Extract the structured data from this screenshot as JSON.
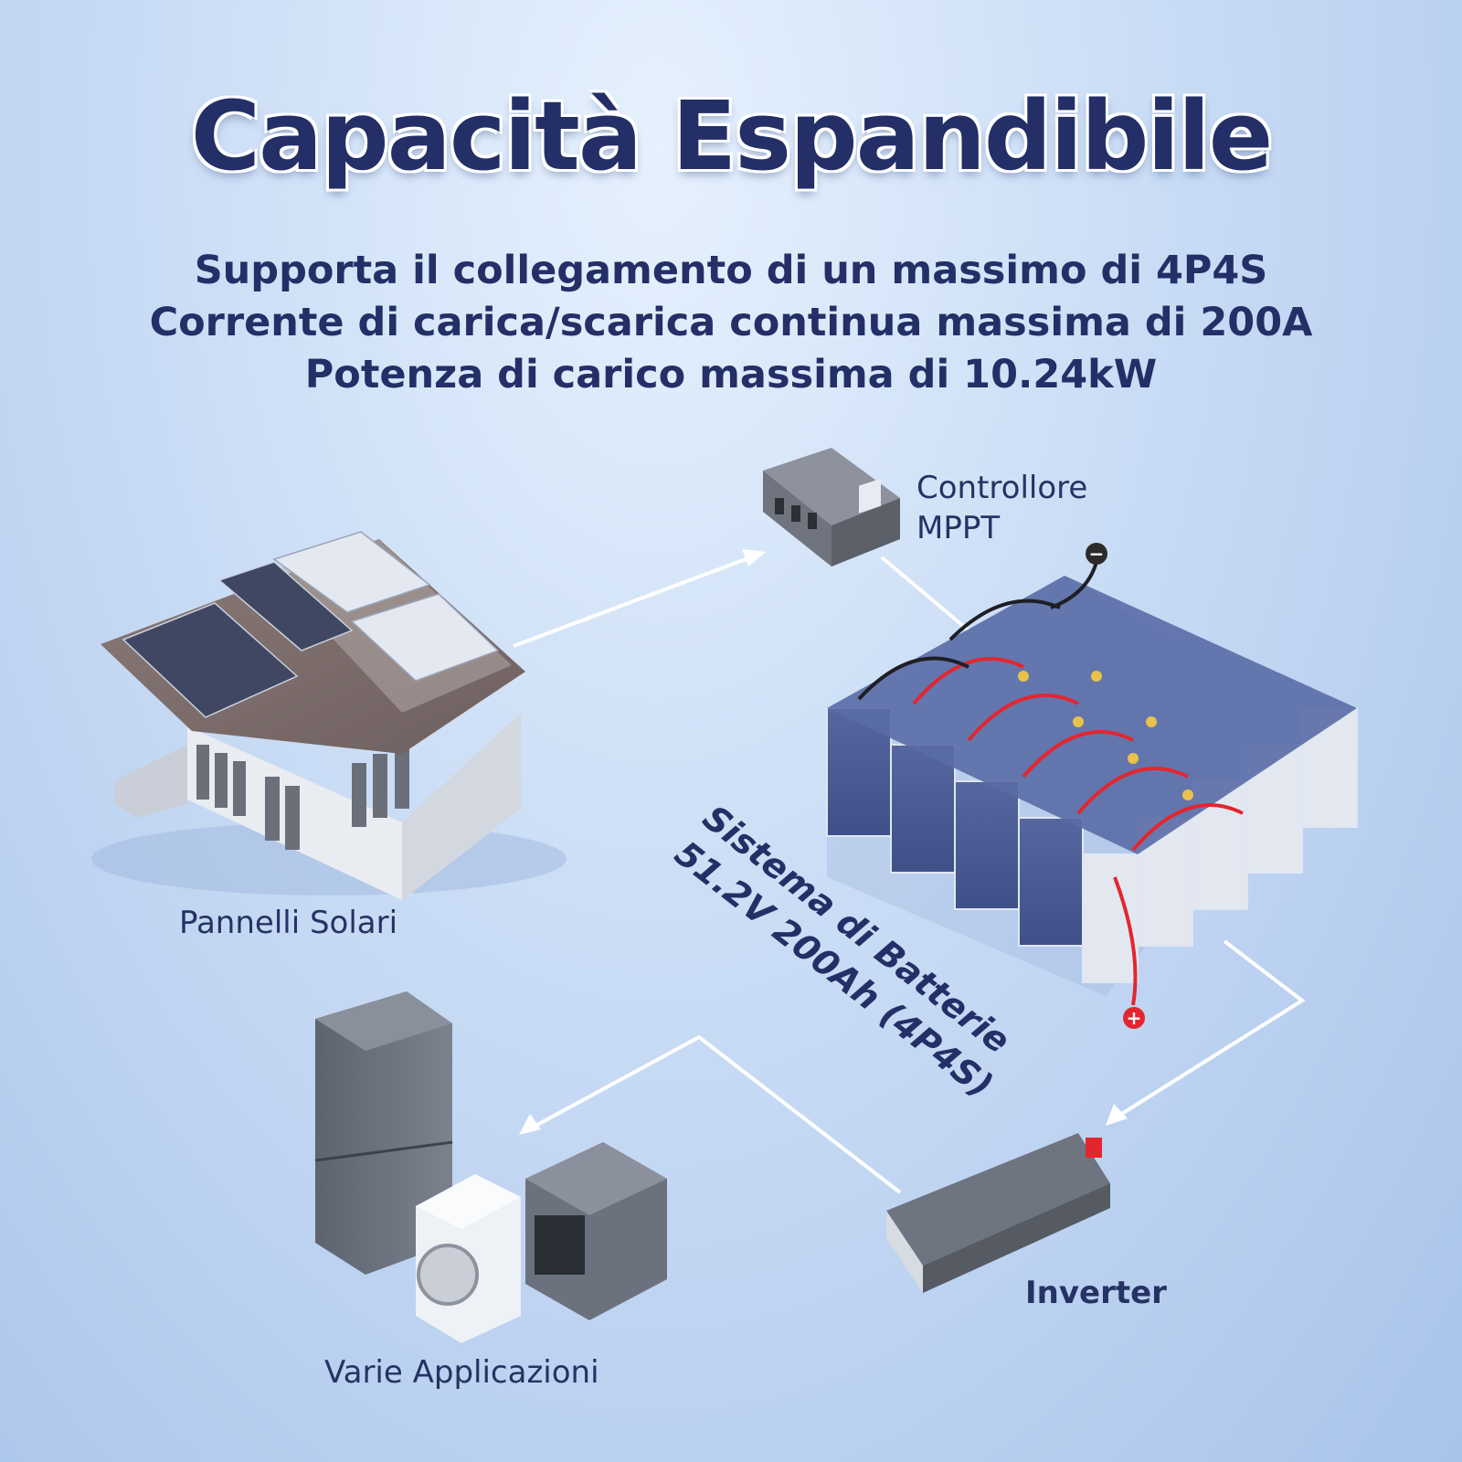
{
  "title": "Capacità Espandibile",
  "subtitle_lines": [
    "Supporta il collegamento di un massimo di 4P4S",
    "Corrente di carica/scarica continua massima di 200A",
    "Potenza di carico massima di 10.24kW"
  ],
  "nodes": {
    "mppt": {
      "line1": "Controllore",
      "line2": "MPPT"
    },
    "solar": "Pannelli Solari",
    "battery": {
      "line1": "Sistema di Batterie",
      "line2": "51.2V 200Ah (4P4S)"
    },
    "inverter": "Inverter",
    "appliances": "Varie Applicazioni"
  },
  "terminals": {
    "negative": "−",
    "positive": "+"
  },
  "colors": {
    "title": "#232f66",
    "text": "#263263",
    "flow_line": "#ffffff",
    "battery_body": "#4b5d9c",
    "positive_terminal": "#e3262e",
    "negative_terminal": "#2b2b2b"
  }
}
